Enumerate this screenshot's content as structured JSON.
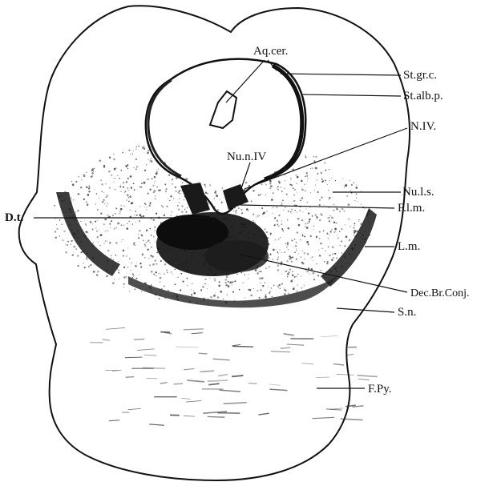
{
  "figure": {
    "outline_color": "#111111",
    "stipple_color": "#2a2a2a",
    "dark_mass_color": "#0d0d0d",
    "background_color": "#ffffff"
  },
  "labels": {
    "aq_cer": "Aq.cer.",
    "st_gr_c": "St.gr.c.",
    "st_alb_p": "St.alb.p.",
    "n_iv": "N.IV.",
    "nu_n_iv": "Nu.n.IV",
    "nu_l_s": "Nu.l.s.",
    "d_t": "D.t.",
    "f_l_m": "F.l.m.",
    "l_m": "L.m.",
    "dec_br_conj": "Dec.Br.Conj.",
    "s_n": "S.n.",
    "f_py": "F.Py."
  }
}
